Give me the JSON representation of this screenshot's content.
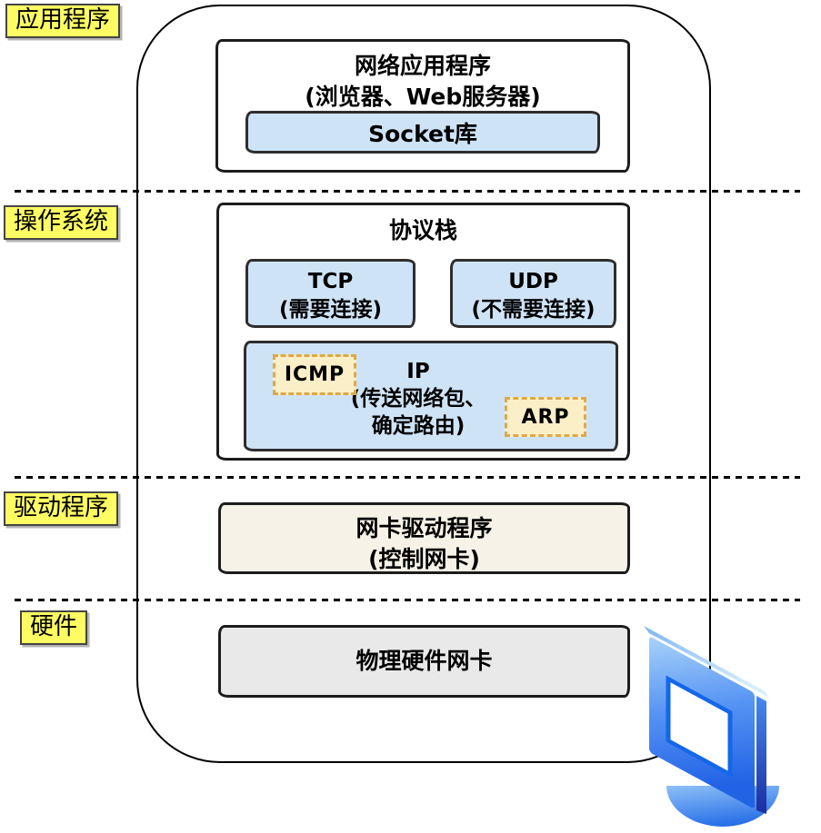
{
  "layer_tags": [
    {
      "label": "应用程序"
    },
    {
      "label": "操作系统"
    },
    {
      "label": "驱动程序"
    },
    {
      "label": "硬件"
    }
  ],
  "app_box": {
    "title_line1": "网络应用程序",
    "title_line2": "(浏览器、Web服务器)",
    "socket_label": "Socket库"
  },
  "stack_box": {
    "title": "协议栈",
    "tcp_line1": "TCP",
    "tcp_line2": "(需要连接)",
    "udp_line1": "UDP",
    "udp_line2": "(不需要连接)",
    "ip_line1": "IP",
    "ip_line2": "(传送网络包、",
    "ip_line3": "确定路由)",
    "icmp_label": "ICMP",
    "arp_label": "ARP"
  },
  "driver_box": {
    "line1": "网卡驱动程序",
    "line2": "(控制网卡)"
  },
  "hardware_box": {
    "label": "物理硬件网卡"
  },
  "icons": {
    "computer": "computer-icon"
  },
  "colors": {
    "highlight-yellow": "#fdfd63",
    "box-blue": "#cfe3f6",
    "badge-cream": "#fbefc8",
    "badge-dashed-border": "#dca94a",
    "driver-fill": "#f7f2e7",
    "hardware-fill": "#e9e9e9",
    "icon-blue-light": "#a9d3fa",
    "icon-blue-deep": "#2263e6"
  }
}
